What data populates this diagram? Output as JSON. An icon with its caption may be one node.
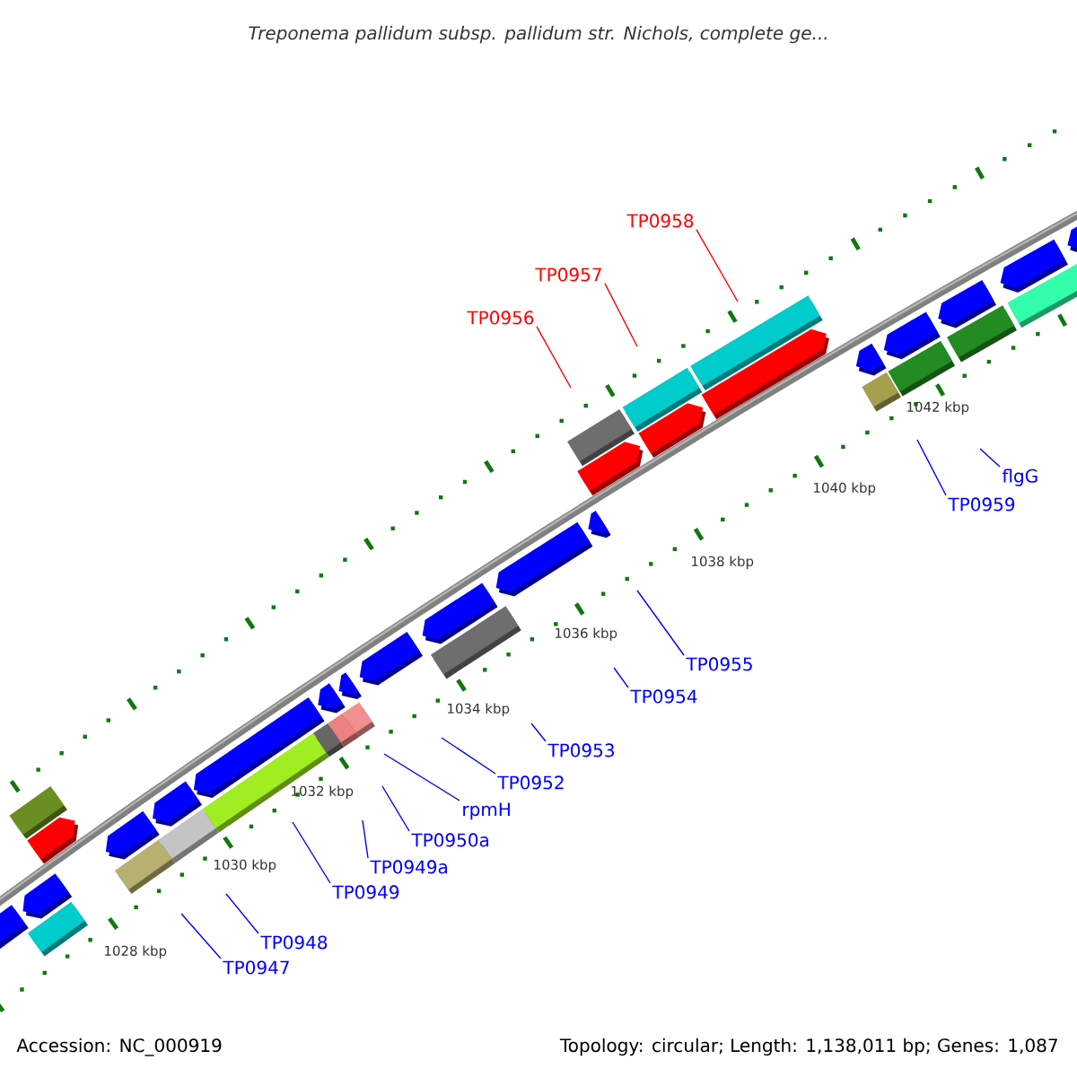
{
  "diagram": {
    "title": "Treponema pallidum subsp. pallidum str. Nichols, complete ge...",
    "nodes": [
      {
        "text": [
          "TP0958"
        ]
      },
      {
        "text": [
          "TP0957"
        ]
      },
      {
        "text": [
          "TP0956"
        ]
      },
      {
        "text": [
          "flgG"
        ]
      },
      {
        "text": [
          "TP0959"
        ]
      },
      {
        "text": [
          "TP0955"
        ]
      },
      {
        "text": [
          "TP0954"
        ]
      },
      {
        "text": [
          "TP0953"
        ]
      },
      {
        "text": [
          "TP0952"
        ]
      },
      {
        "text": [
          "rpmH"
        ]
      },
      {
        "text": [
          "TP0950a"
        ]
      },
      {
        "text": [
          "TP0949a"
        ]
      },
      {
        "text": [
          "TP0949"
        ]
      },
      {
        "text": [
          "TP0948"
        ]
      },
      {
        "text": [
          "TP0947"
        ]
      }
    ],
    "edges": [
      {
        "from": 0,
        "to": null,
        "arrow": "none",
        "color": "#ff0000"
      },
      {
        "from": 1,
        "to": null,
        "arrow": "none",
        "color": "#ff0000"
      },
      {
        "from": 2,
        "to": null,
        "arrow": "none",
        "color": "#ff0000"
      },
      {
        "from": 3,
        "to": null,
        "arrow": "none"
      },
      {
        "from": 4,
        "to": null,
        "arrow": "none"
      },
      {
        "from": 5,
        "to": null,
        "arrow": "none"
      },
      {
        "from": 6,
        "to": null,
        "arrow": "none"
      },
      {
        "from": 7,
        "to": null,
        "arrow": "none"
      },
      {
        "from": 8,
        "to": null,
        "arrow": "none"
      },
      {
        "from": 9,
        "to": null,
        "arrow": "none"
      },
      {
        "from": 10,
        "to": null,
        "arrow": "none"
      },
      {
        "from": 11,
        "to": null,
        "arrow": "none"
      },
      {
        "from": 12,
        "to": null,
        "arrow": "none"
      },
      {
        "from": 13,
        "to": null,
        "arrow": "none"
      },
      {
        "from": 14,
        "to": null,
        "arrow": "none"
      }
    ],
    "labels": [
      "1042 kbp",
      "1040 kbp",
      "1038 kbp",
      "1036 kbp",
      "1034 kbp",
      "1032 kbp",
      "1030 kbp",
      "1028 kbp",
      "Accession: NC_000919",
      "Topology: circular; Length: 1,138,011 bp; Genes: 1,087"
    ]
  }
}
